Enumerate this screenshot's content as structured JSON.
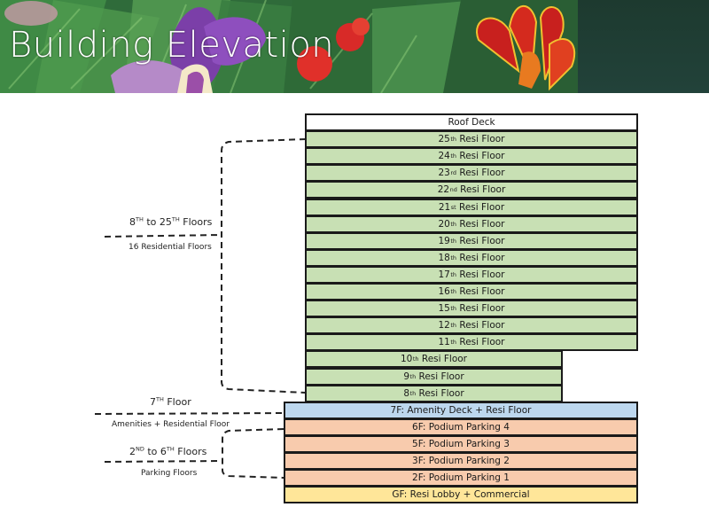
{
  "banner": {
    "title": "Building Elevation"
  },
  "colors": {
    "roof": "#ffffff",
    "residential": "#c8e0b4",
    "amenity": "#bdd7ee",
    "parking": "#f8cbad",
    "lobby": "#ffe699",
    "banner_dark": "#1e3a30"
  },
  "floors": [
    {
      "num": "",
      "sup": "",
      "label": "Roof Deck",
      "type": "roof"
    },
    {
      "num": "25",
      "sup": "th",
      "label": " Resi Floor",
      "type": "residential"
    },
    {
      "num": "24",
      "sup": "th",
      "label": " Resi Floor",
      "type": "residential"
    },
    {
      "num": "23",
      "sup": "rd",
      "label": " Resi Floor",
      "type": "residential"
    },
    {
      "num": "22",
      "sup": "nd",
      "label": " Resi Floor",
      "type": "residential"
    },
    {
      "num": "21",
      "sup": "st",
      "label": " Resi Floor",
      "type": "residential"
    },
    {
      "num": "20",
      "sup": "th",
      "label": " Resi Floor",
      "type": "residential"
    },
    {
      "num": "19",
      "sup": "th",
      "label": " Resi Floor",
      "type": "residential"
    },
    {
      "num": "18",
      "sup": "th",
      "label": " Resi Floor",
      "type": "residential"
    },
    {
      "num": "17",
      "sup": "th",
      "label": " Resi Floor",
      "type": "residential"
    },
    {
      "num": "16",
      "sup": "th",
      "label": " Resi Floor",
      "type": "residential"
    },
    {
      "num": "15",
      "sup": "th",
      "label": " Resi Floor",
      "type": "residential"
    },
    {
      "num": "12",
      "sup": "th",
      "label": " Resi Floor",
      "type": "residential"
    },
    {
      "num": "11",
      "sup": "th",
      "label": " Resi Floor",
      "type": "residential"
    },
    {
      "num": "10",
      "sup": "th",
      "label": " Resi Floor",
      "type": "residential-narrow"
    },
    {
      "num": "9",
      "sup": "th",
      "label": " Resi Floor",
      "type": "residential-narrow"
    },
    {
      "num": "8",
      "sup": "th",
      "label": " Resi Floor",
      "type": "residential-narrow"
    },
    {
      "num": "",
      "sup": "",
      "label": "7F: Amenity Deck + Resi Floor",
      "type": "amenity"
    },
    {
      "num": "",
      "sup": "",
      "label": "6F: Podium Parking 4",
      "type": "parking"
    },
    {
      "num": "",
      "sup": "",
      "label": "5F: Podium Parking 3",
      "type": "parking"
    },
    {
      "num": "",
      "sup": "",
      "label": "3F: Podium Parking 2",
      "type": "parking"
    },
    {
      "num": "",
      "sup": "",
      "label": "2F: Podium Parking 1",
      "type": "parking"
    },
    {
      "num": "",
      "sup": "",
      "label": "GF: Resi Lobby + Commercial",
      "type": "lobby"
    }
  ],
  "annotations": {
    "residential": {
      "title_a": "8",
      "title_a_sup": "TH",
      "title_mid": " to 25",
      "title_b_sup": "TH",
      "title_end": " Floors",
      "subtitle": "16 Residential Floors"
    },
    "seventh": {
      "title_a": "7",
      "title_a_sup": "TH",
      "title_end": " Floor",
      "subtitle": "Amenities + Residential Floor"
    },
    "parking": {
      "title_a": "2",
      "title_a_sup": "ND",
      "title_mid": " to 6",
      "title_b_sup": "TH",
      "title_end": " Floors",
      "subtitle": "Parking Floors"
    }
  }
}
